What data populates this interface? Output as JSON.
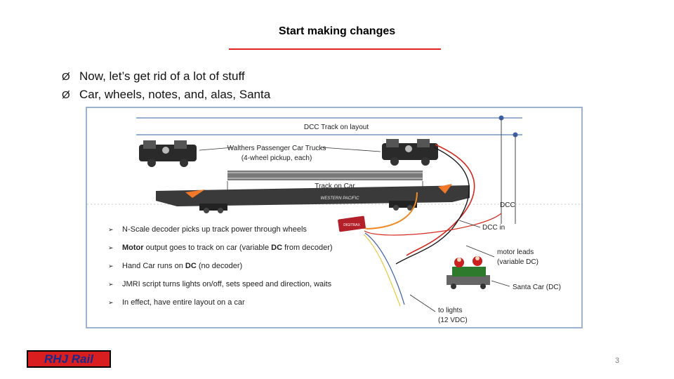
{
  "slide": {
    "title": "Start making changes",
    "bullets": [
      "Now, let’s get rid of a lot of stuff",
      "Car, wheels, notes, and, alas, Santa"
    ],
    "bullet_marker": "Ø",
    "page_number": "3"
  },
  "figure": {
    "labels": {
      "dcc_track": "DCC Track on layout",
      "trucks": "Walthers Passenger Car Trucks",
      "trucks_sub": "(4-wheel pickup, each)",
      "track_on_car": "Track on Car",
      "dcc": "DCC",
      "dcc_in": "DCC in",
      "motor_leads": "motor leads",
      "motor_leads_sub": "(variable DC)",
      "santa_car": "Santa Car (DC)",
      "to_lights": "to lights",
      "to_lights_sub": "(12 VDC)",
      "car_lettering": "WESTERN    PACIFIC",
      "decoder_text": "DIGITRAX"
    },
    "notes": [
      {
        "pre": "N-Scale decoder picks up track power through wheels",
        "bold": "",
        "post": ""
      },
      {
        "pre": "",
        "bold": "Motor",
        "post": " output goes to track on car (variable "
      },
      {
        "pre": "Hand Car runs on ",
        "bold": "DC",
        "post": " (no decoder)"
      },
      {
        "pre": "JMRI script turns lights on/off, sets speed and direction, waits",
        "bold": "",
        "post": ""
      },
      {
        "pre": "In effect, have entire layout on a car",
        "bold": "",
        "post": ""
      }
    ],
    "note2_extra_bold": "DC",
    "note2_tail": " from decoder)",
    "note_marker": "➢",
    "colors": {
      "track_lines": "#5b7fbf",
      "red_wire": "#d42a1e",
      "orange_wire": "#f08c28",
      "black_wire": "#1a1a1a",
      "blue_wire": "#3d5fa8",
      "car_body": "#3a3a3a",
      "accent_orange": "#f07828"
    }
  },
  "logo": {
    "text": "RHJ Rail"
  }
}
